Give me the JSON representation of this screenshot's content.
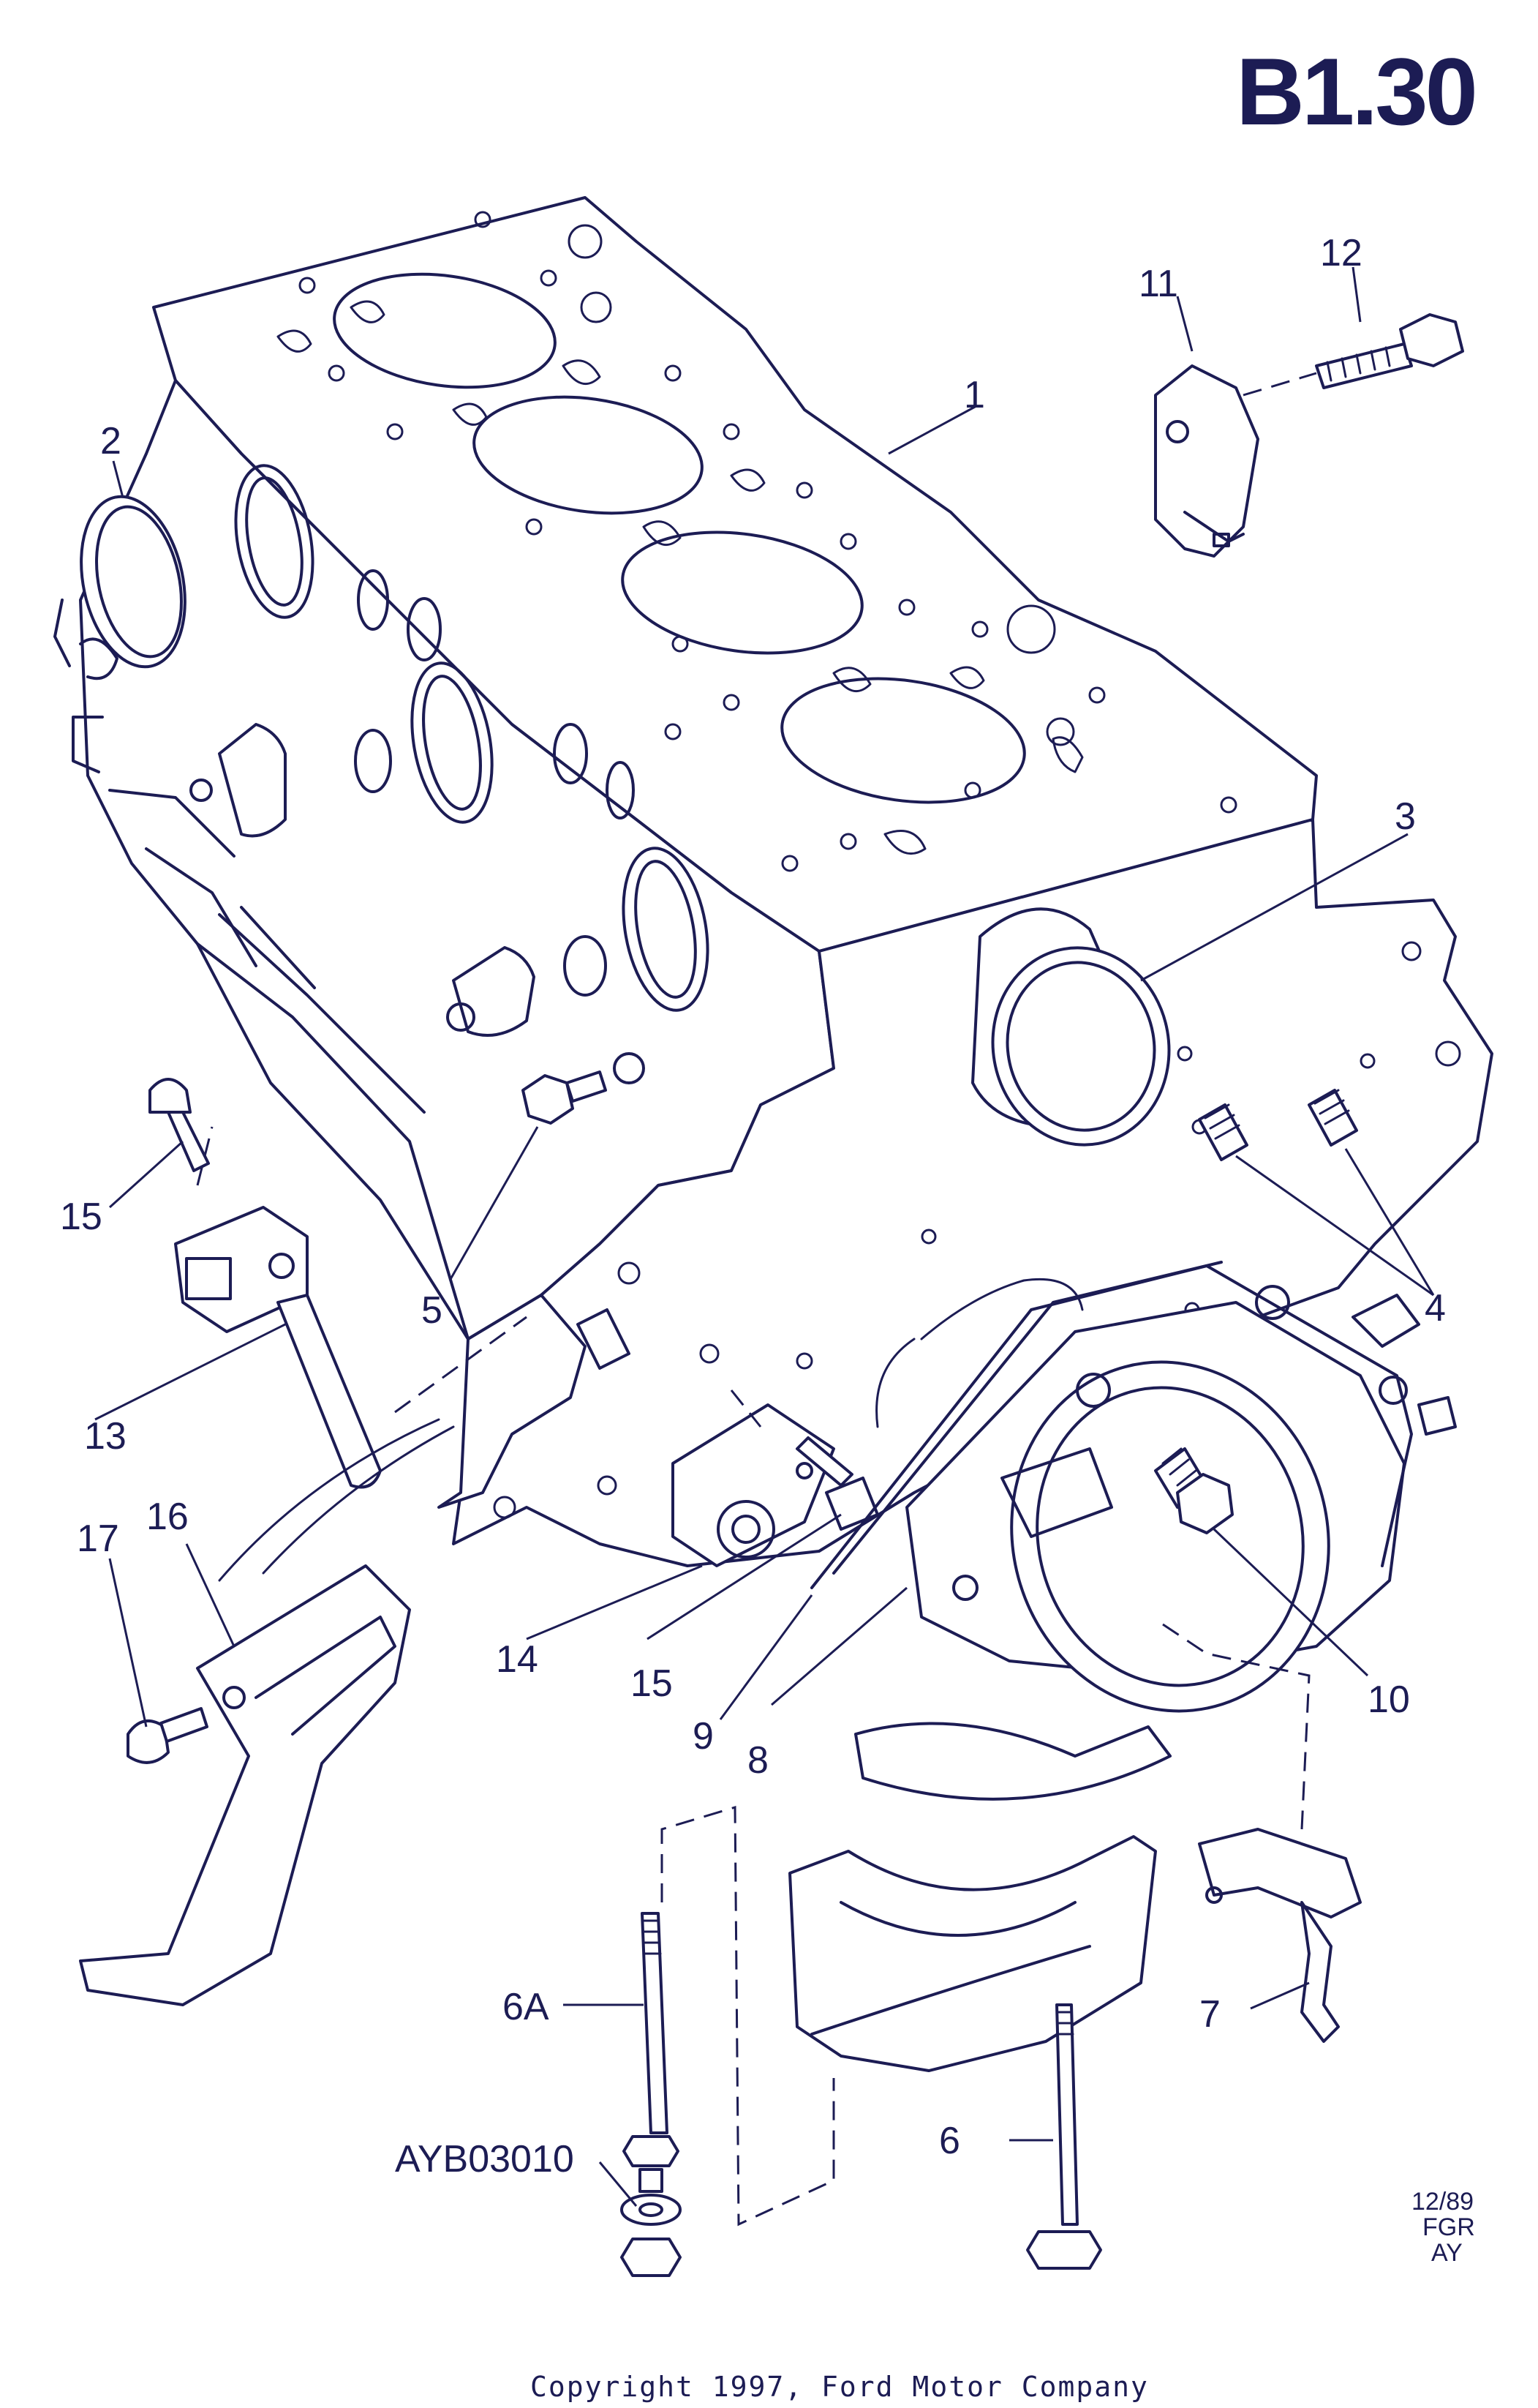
{
  "page_code": "B1.30",
  "callouts": {
    "c1": "1",
    "c2": "2",
    "c3": "3",
    "c4": "4",
    "c5": "5",
    "c6": "6",
    "c6a": "6A",
    "c7": "7",
    "c8": "8",
    "c9": "9",
    "c10": "10",
    "c11": "11",
    "c12": "12",
    "c13": "13",
    "c14": "14",
    "c15a": "15",
    "c15b": "15",
    "c16": "16",
    "c17": "17"
  },
  "reference_code": "AYB03010",
  "date_stamp": {
    "line1": "12/89",
    "line2": "FGR",
    "line3": "AY"
  },
  "copyright": "Copyright 1997, Ford Motor Company",
  "colors": {
    "ink": "#1c1c54",
    "paper": "#ffffff"
  }
}
